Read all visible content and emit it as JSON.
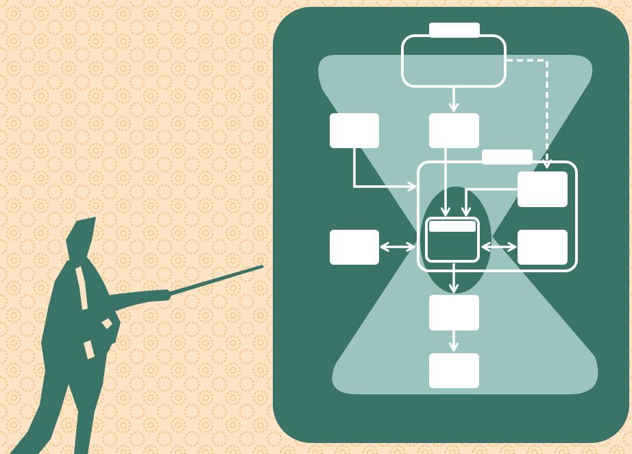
{
  "colors": {
    "background": "#FCE4C4",
    "pattern": "#F6D4A6",
    "panel": "#3A7368",
    "hourglass": "#9BC4C0",
    "box": "#FFFFFF",
    "figure": "#3A7368"
  },
  "illustration": {
    "figure": "businessman-with-pointer",
    "panel": "flowchart-diagram"
  },
  "diagram": {
    "top_node": "rounded-terminator-with-tab",
    "container_node": "rounded-group-with-tab",
    "central_node": "window-box",
    "connector_style": {
      "solid": "flow-arrow",
      "dashed": "optional-flow-arrow",
      "double_headed": "two-way-arrow"
    }
  }
}
